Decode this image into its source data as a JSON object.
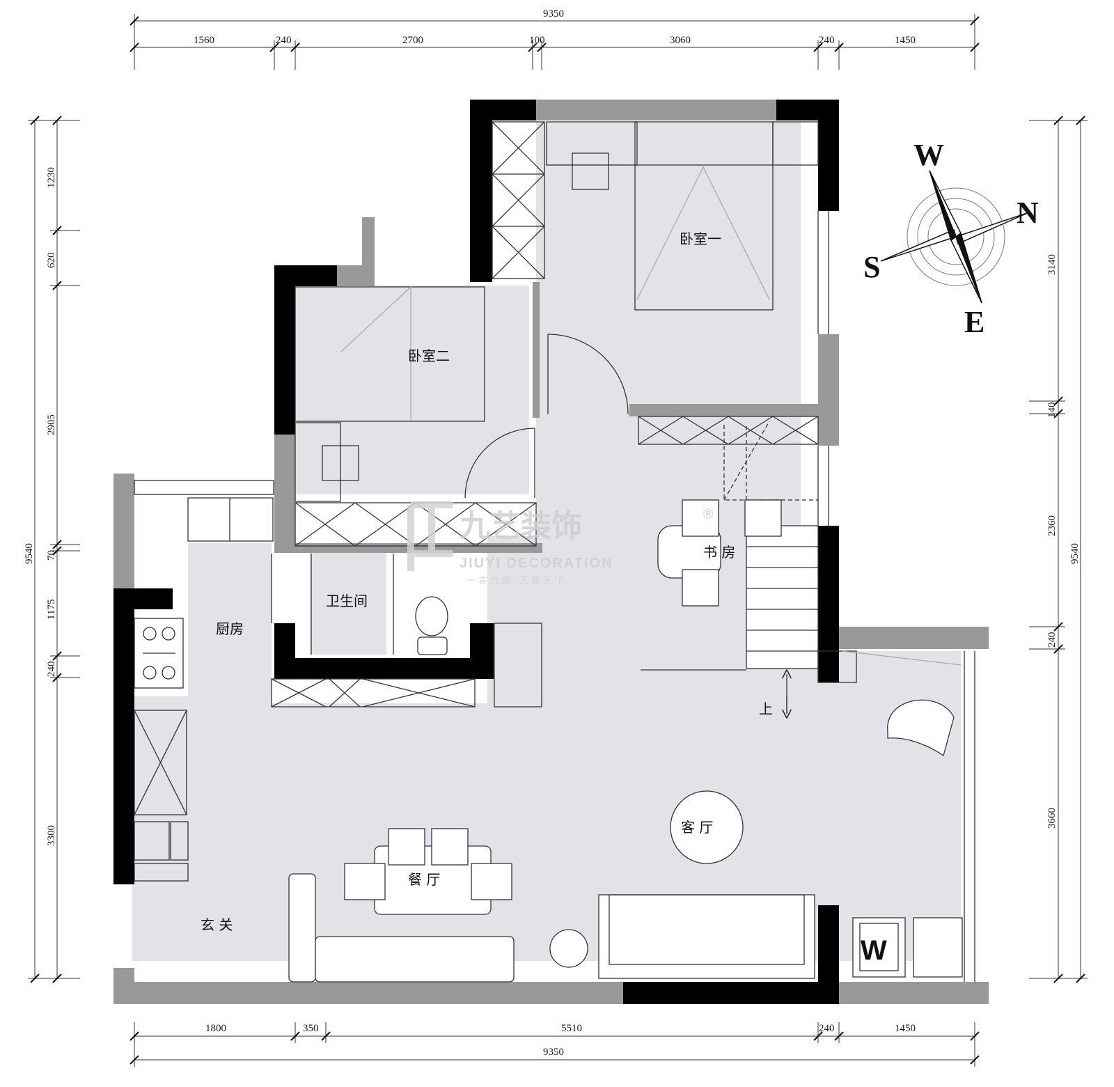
{
  "dimensions": {
    "top_total": "9350",
    "top": [
      "1560",
      "240",
      "2700",
      "100",
      "3060",
      "240",
      "1450"
    ],
    "bottom": [
      "1800",
      "350",
      "5510",
      "240",
      "1450"
    ],
    "bottom_total": "9350",
    "left": [
      "1230",
      "620",
      "2905",
      "70",
      "1175",
      "240",
      "3300"
    ],
    "left_total": "9540",
    "right": [
      "3140",
      "140",
      "2360",
      "240",
      "3660"
    ],
    "right_total": "9540"
  },
  "rooms": {
    "bedroom1": "卧室一",
    "bedroom2": "卧室二",
    "study": "书 房",
    "bathroom": "卫生间",
    "kitchen": "厨房",
    "living": "客 厅",
    "dining": "餐 厅",
    "entry": "玄 关"
  },
  "stair_label": "上",
  "washer_label": "W",
  "compass": {
    "w": "W",
    "n": "N",
    "s": "S",
    "e": "E"
  },
  "watermark": {
    "name": "九艺装饰",
    "registered": "®",
    "english": "JIUYI DECORATION",
    "slogan": "一言九鼎·艺装天下"
  },
  "colors": {
    "wall_black": "#000000",
    "wall_gray": "#999999",
    "floor": "#e3e3e7",
    "line": "#333333"
  }
}
